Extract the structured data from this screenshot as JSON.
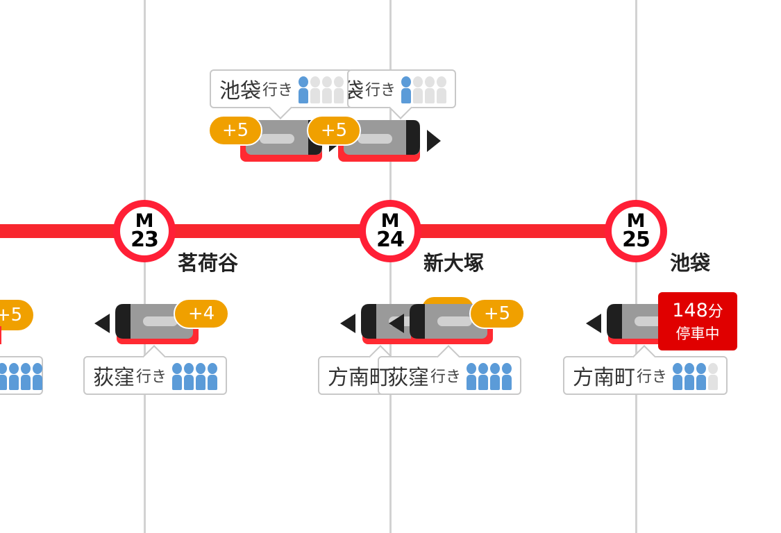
{
  "stations": [
    {
      "letter": "M",
      "number": "23",
      "name": "茗荷谷"
    },
    {
      "letter": "M",
      "number": "24",
      "name": "新大塚"
    },
    {
      "letter": "M",
      "number": "25",
      "name": "池袋"
    }
  ],
  "bound_suffix": "行き",
  "trains_up": [
    {
      "destination": "池袋",
      "delay": "+5",
      "crowding": 1
    },
    {
      "destination": "池袋",
      "delay": "+5",
      "crowding": 1
    }
  ],
  "trains_down": [
    {
      "destination": "",
      "delay": "+5",
      "crowding": 4
    },
    {
      "destination": "荻窪",
      "delay": "+4",
      "crowding": 4
    },
    {
      "destination": "方南町",
      "delay": "",
      "crowding": 4
    },
    {
      "destination": "荻窪",
      "delay": "+5",
      "crowding": 4
    },
    {
      "destination": "方南町",
      "delay": "",
      "crowding": 3
    }
  ],
  "stopped_status": {
    "minutes": "148",
    "unit": "分",
    "label": "停車中"
  },
  "colors": {
    "line": "#f8262e",
    "station_ring": "#ff1f36",
    "delay_badge": "#f0a000",
    "crowd_on": "#5b9bd8",
    "crowd_off": "#e2e2e2",
    "stopped": "#e00000"
  }
}
